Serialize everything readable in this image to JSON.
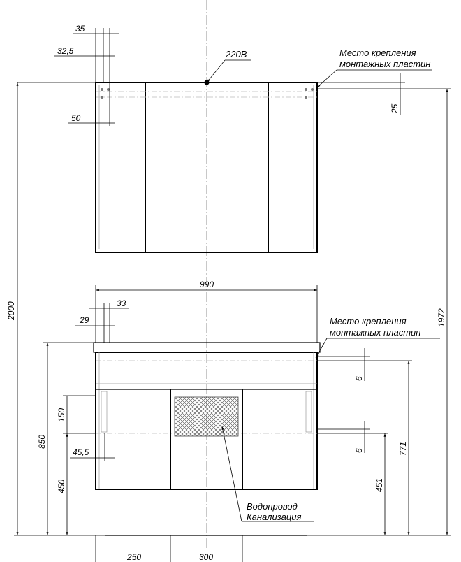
{
  "upper_cabinet": {
    "dim_35": "35",
    "dim_32_5": "32,5",
    "dim_50": "50",
    "dim_25": "25",
    "power_label": "220В",
    "mount_note_line1": "Место крепления",
    "mount_note_line2": "монтажных пластин"
  },
  "lower_cabinet": {
    "width": "990",
    "dim_33": "33",
    "dim_29": "29",
    "dim_6_top": "6",
    "dim_6_bottom": "6",
    "dim_150": "150",
    "dim_45_5": "45,5",
    "dim_850": "850",
    "dim_450": "450",
    "dim_771": "771",
    "dim_451": "451",
    "mount_note_line1": "Место крепления",
    "mount_note_line2": "монтажных пластин",
    "utilities_line1": "Водопровод",
    "utilities_line2": "Канализация",
    "bottom_dim_left": "250",
    "bottom_dim_right": "300"
  },
  "overall": {
    "height_2000": "2000",
    "height_1972": "1972"
  }
}
